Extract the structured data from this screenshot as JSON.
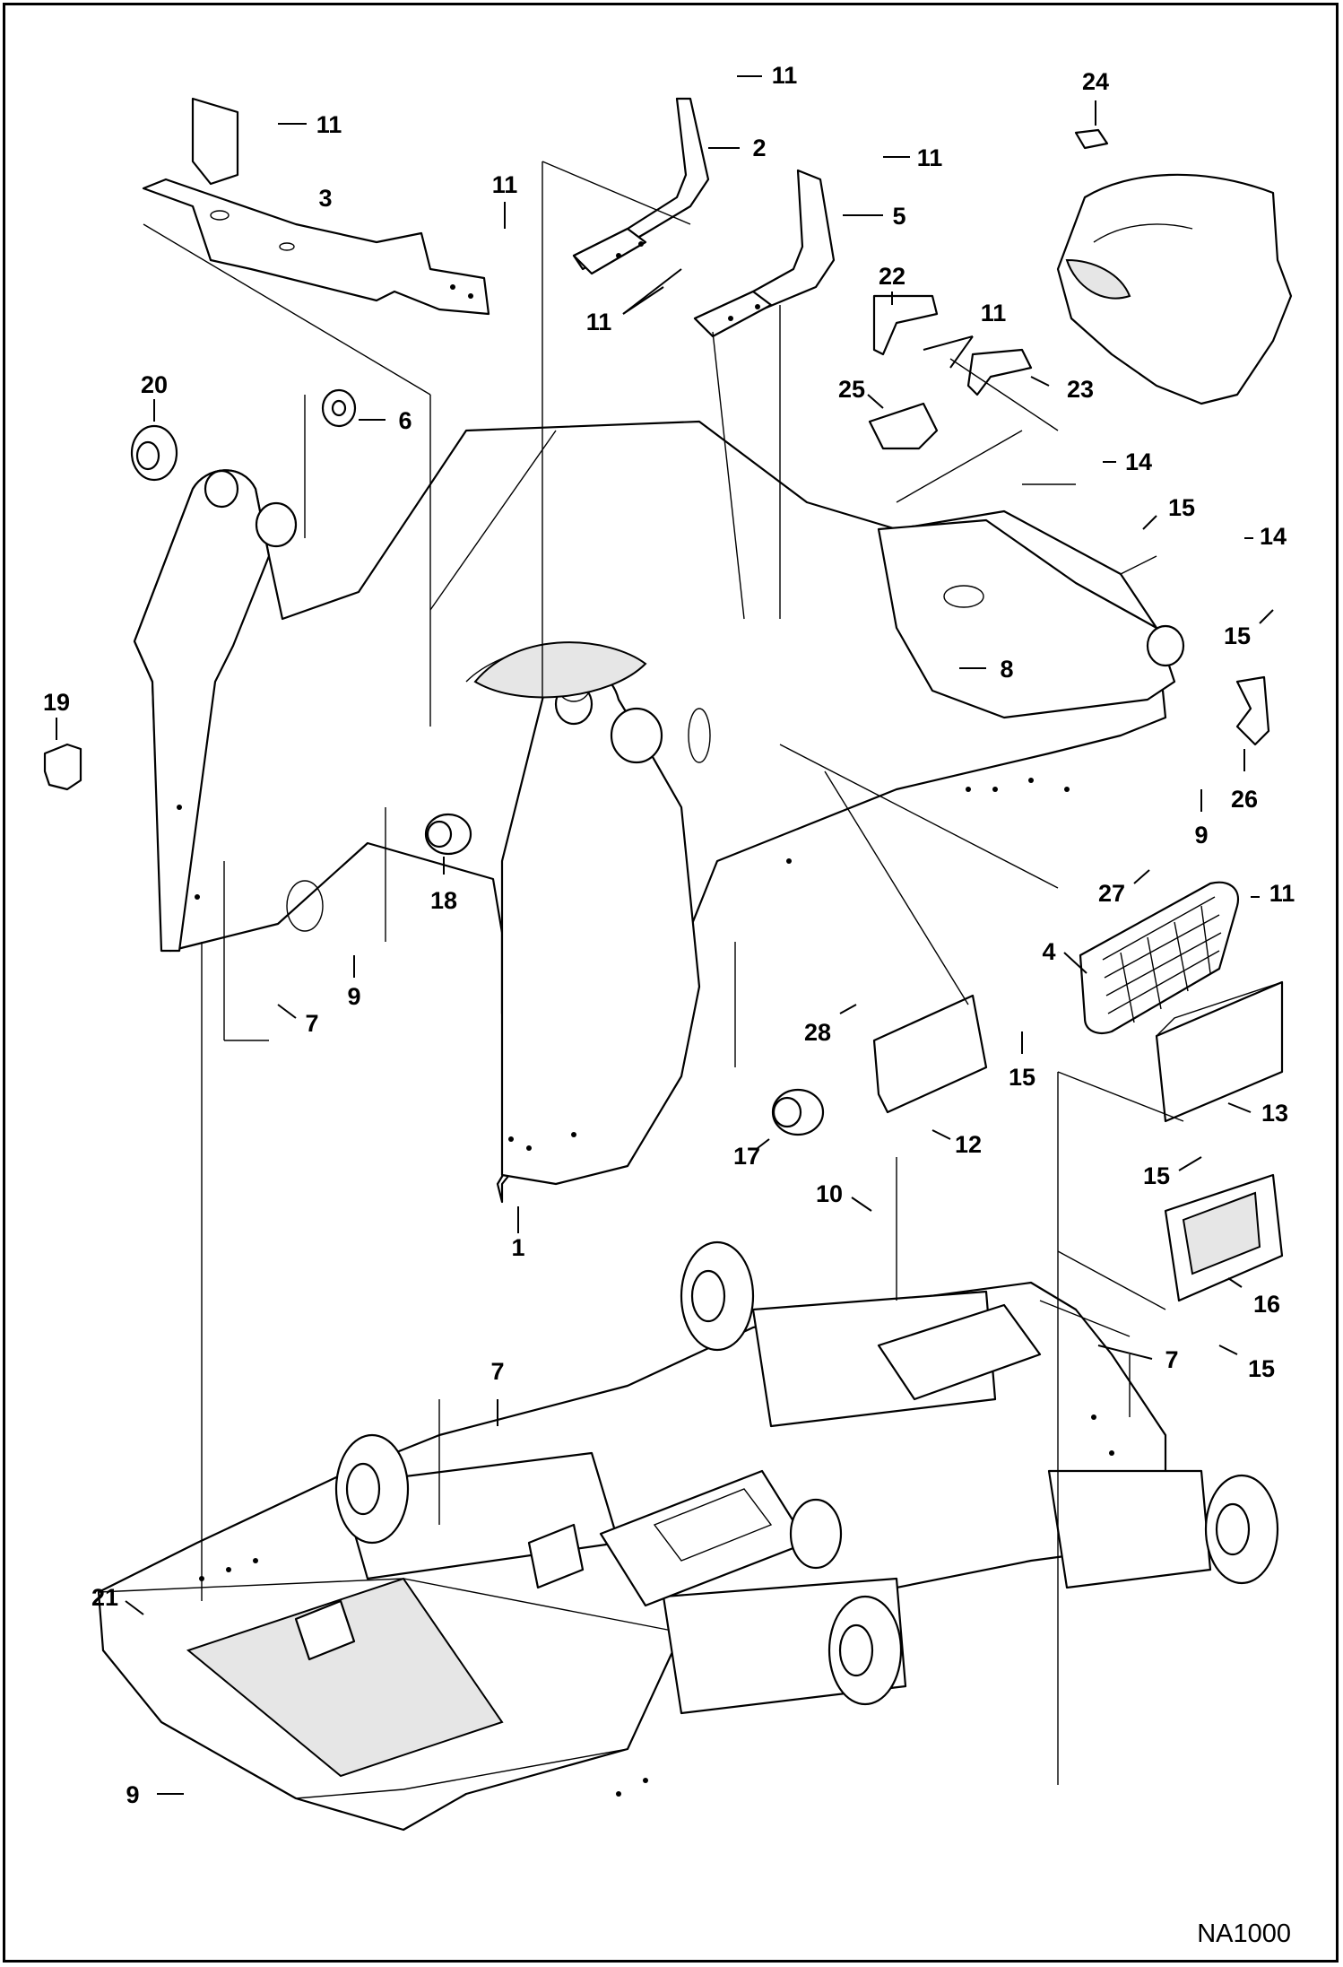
{
  "diagram": {
    "drawing_code": "NA1000",
    "callouts": [
      {
        "id": "c1",
        "label": "1"
      },
      {
        "id": "c2",
        "label": "2"
      },
      {
        "id": "c3",
        "label": "3"
      },
      {
        "id": "c4",
        "label": "4"
      },
      {
        "id": "c5",
        "label": "5"
      },
      {
        "id": "c6",
        "label": "6"
      },
      {
        "id": "c7a",
        "label": "7"
      },
      {
        "id": "c7b",
        "label": "7"
      },
      {
        "id": "c7c",
        "label": "7"
      },
      {
        "id": "c8",
        "label": "8"
      },
      {
        "id": "c9a",
        "label": "9"
      },
      {
        "id": "c9b",
        "label": "9"
      },
      {
        "id": "c9c",
        "label": "9"
      },
      {
        "id": "c10",
        "label": "10"
      },
      {
        "id": "c11a",
        "label": "11"
      },
      {
        "id": "c11b",
        "label": "11"
      },
      {
        "id": "c11c",
        "label": "11"
      },
      {
        "id": "c11d",
        "label": "11"
      },
      {
        "id": "c11e",
        "label": "11"
      },
      {
        "id": "c11f",
        "label": "11"
      },
      {
        "id": "c11g",
        "label": "11"
      },
      {
        "id": "c12",
        "label": "12"
      },
      {
        "id": "c13",
        "label": "13"
      },
      {
        "id": "c14a",
        "label": "14"
      },
      {
        "id": "c14b",
        "label": "14"
      },
      {
        "id": "c15a",
        "label": "15"
      },
      {
        "id": "c15b",
        "label": "15"
      },
      {
        "id": "c15c",
        "label": "15"
      },
      {
        "id": "c15d",
        "label": "15"
      },
      {
        "id": "c15e",
        "label": "15"
      },
      {
        "id": "c16",
        "label": "16"
      },
      {
        "id": "c17",
        "label": "17"
      },
      {
        "id": "c18",
        "label": "18"
      },
      {
        "id": "c19",
        "label": "19"
      },
      {
        "id": "c20",
        "label": "20"
      },
      {
        "id": "c21",
        "label": "21"
      },
      {
        "id": "c22",
        "label": "22"
      },
      {
        "id": "c23",
        "label": "23"
      },
      {
        "id": "c24",
        "label": "24"
      },
      {
        "id": "c25",
        "label": "25"
      },
      {
        "id": "c26",
        "label": "26"
      },
      {
        "id": "c27",
        "label": "27"
      },
      {
        "id": "c28",
        "label": "28"
      }
    ]
  }
}
